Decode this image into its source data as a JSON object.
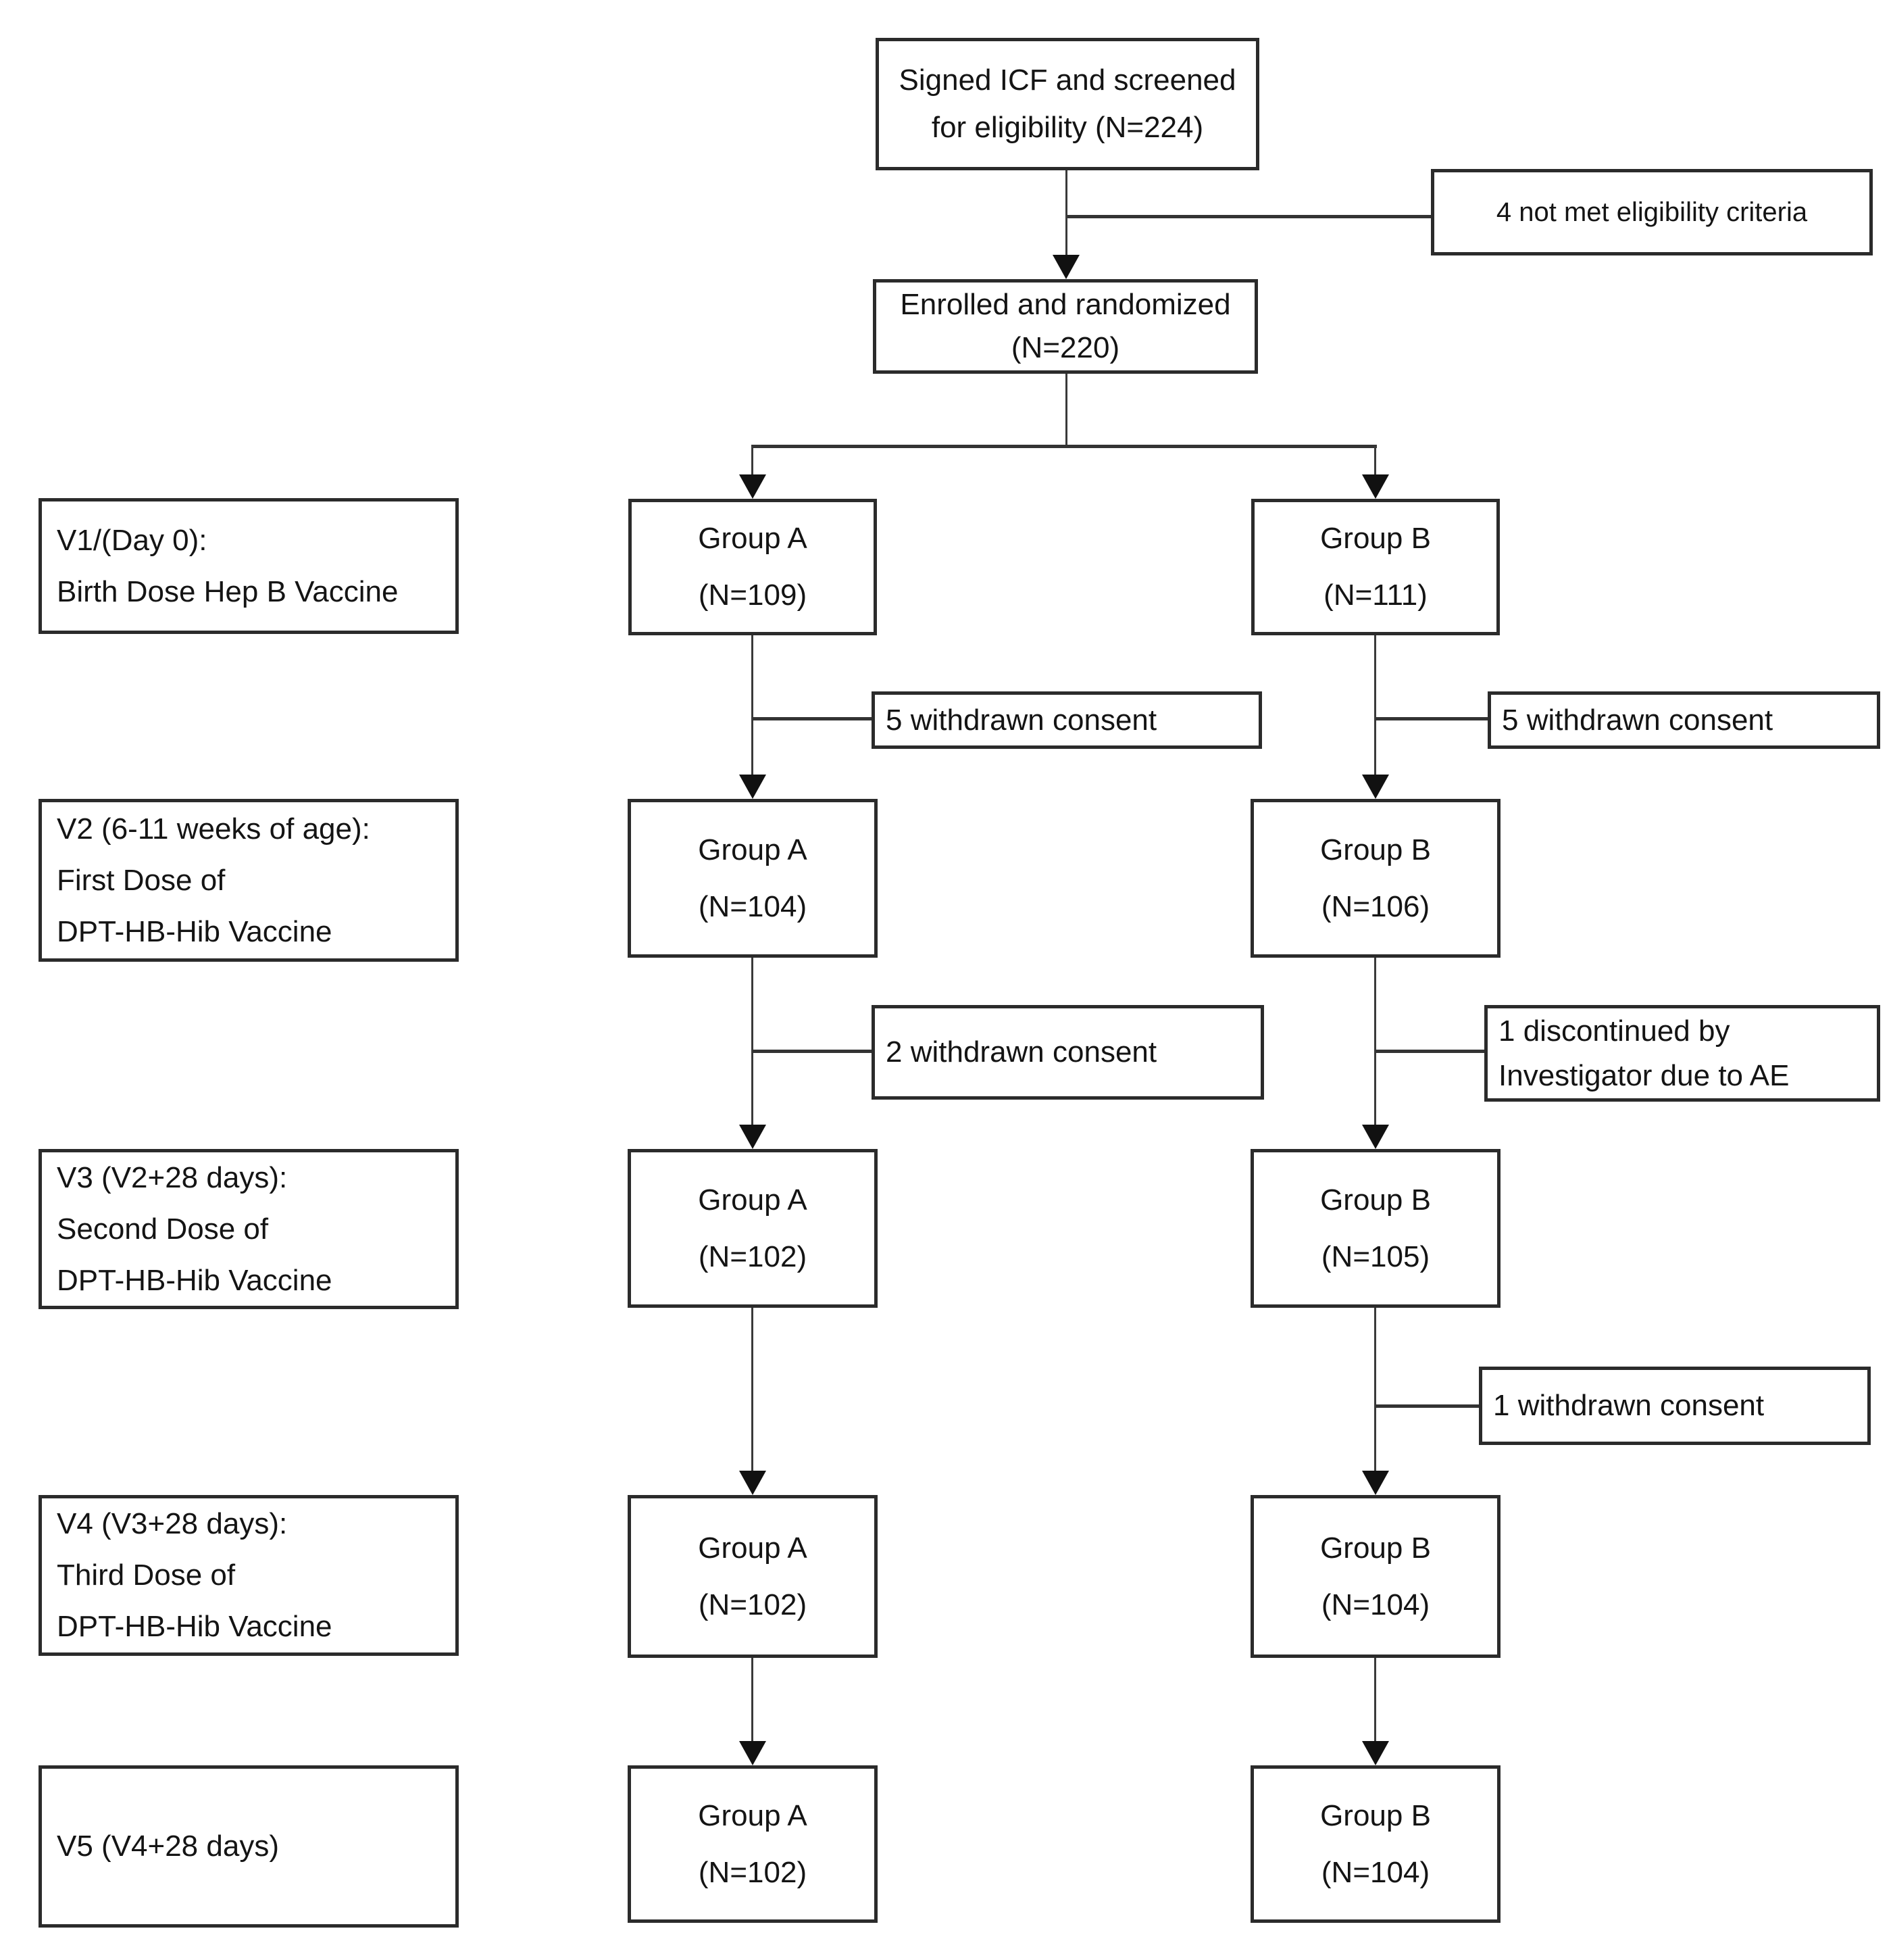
{
  "colors": {
    "background": "#ffffff",
    "box_border": "#2b2b2b",
    "connector_line": "#3a3a3a",
    "arrowhead": "#111111",
    "text": "#141414"
  },
  "screening": {
    "signed_line1": "Signed ICF and screened",
    "signed_line2": "for eligibility (N=224)",
    "not_eligible": "4 not met eligibility criteria",
    "enrolled_line1": "Enrolled and randomized",
    "enrolled_line2": "(N=220)"
  },
  "visit_labels": {
    "v1_line1": "V1/(Day 0):",
    "v1_line2": "Birth Dose Hep B Vaccine",
    "v2_line1": "V2 (6-11 weeks of age):",
    "v2_line2": "First Dose of",
    "v2_line3": "DPT-HB-Hib Vaccine",
    "v3_line1": "V3 (V2+28 days):",
    "v3_line2": "Second Dose of",
    "v3_line3": "DPT-HB-Hib Vaccine",
    "v4_line1": "V4 (V3+28 days):",
    "v4_line2": "Third Dose of",
    "v4_line3": "DPT-HB-Hib Vaccine",
    "v5_line1": "V5 (V4+28 days)"
  },
  "groups": {
    "v1a_name": "Group A",
    "v1a_n": "(N=109)",
    "v1b_name": "Group B",
    "v1b_n": "(N=111)",
    "v2a_name": "Group A",
    "v2a_n": "(N=104)",
    "v2b_name": "Group B",
    "v2b_n": "(N=106)",
    "v3a_name": "Group A",
    "v3a_n": "(N=102)",
    "v3b_name": "Group B",
    "v3b_n": "(N=105)",
    "v4a_name": "Group A",
    "v4a_n": "(N=102)",
    "v4b_name": "Group B",
    "v4b_n": "(N=104)",
    "v5a_name": "Group A",
    "v5a_n": "(N=102)",
    "v5b_name": "Group B",
    "v5b_n": "(N=104)"
  },
  "dropouts": {
    "v1a": "5 withdrawn consent",
    "v1b": "5 withdrawn consent",
    "v2a": "2 withdrawn consent",
    "v2b_line1": "1 discontinued by",
    "v2b_line2": "Investigator due to AE",
    "v3b": "1 withdrawn consent"
  }
}
